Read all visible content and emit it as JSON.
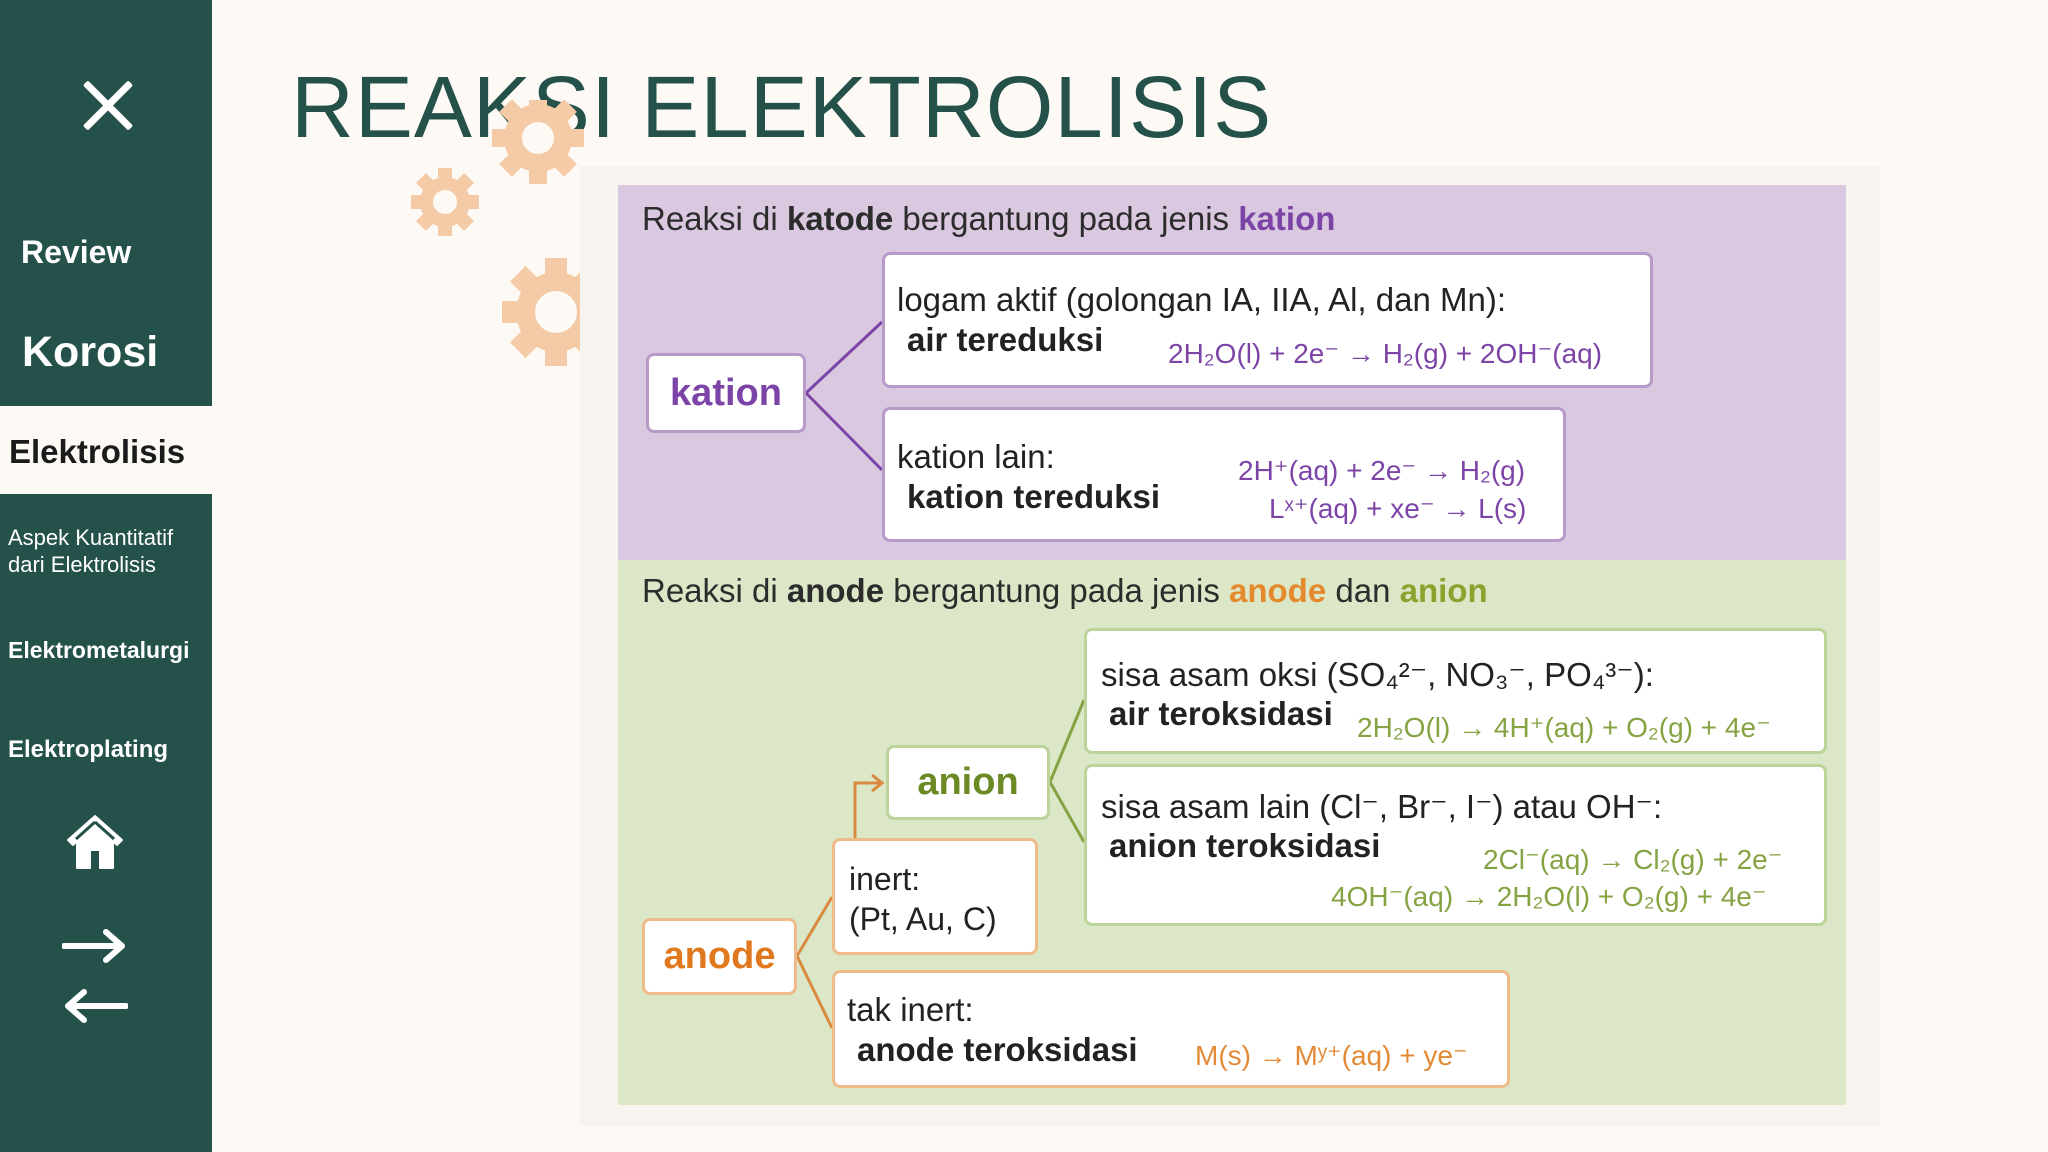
{
  "sidebar": {
    "close_icon": "close-icon",
    "items": [
      {
        "label": "Review"
      },
      {
        "label": "Korosi"
      },
      {
        "label": "Elektrolisis",
        "active": true
      },
      {
        "label_line1": "Aspek Kuantitatif",
        "label_line2": "dari Elektrolisis"
      },
      {
        "label": "Elektrometalurgi"
      },
      {
        "label": "Elektroplating"
      }
    ],
    "home_icon": "home-icon",
    "swap_icon": "swap-arrows-icon",
    "colors": {
      "bg": "#245149",
      "text": "#ffffff"
    }
  },
  "page": {
    "title": "REAKSI ELEKTROLISIS",
    "title_color": "#245149"
  },
  "diagram": {
    "katode": {
      "heading_pre": "Reaksi di ",
      "heading_bold": "katode",
      "heading_mid": " bergantung pada jenis ",
      "heading_colored": "kation",
      "root_label": "kation",
      "box1": {
        "line1": "logam aktif (golongan IA, IIA, Al, dan Mn):",
        "line2": "air tereduksi",
        "eq": "2H₂O(l) + 2e⁻ → H₂(g) + 2OH⁻(aq)"
      },
      "box2": {
        "line1": "kation lain:",
        "line2": "kation tereduksi",
        "eq1": "2H⁺(aq) + 2e⁻ → H₂(g)",
        "eq2": "Lˣ⁺(aq) + xe⁻ → L(s)"
      }
    },
    "anode": {
      "heading_pre": "Reaksi di ",
      "heading_bold": "anode",
      "heading_mid": " bergantung pada jenis ",
      "heading_colored1": "anode",
      "heading_and": " dan ",
      "heading_colored2": "anion",
      "root_label": "anode",
      "anion_label": "anion",
      "inert_line1": "inert:",
      "inert_line2": "(Pt, Au, C)",
      "box3": {
        "line1": "sisa asam oksi (SO₄²⁻, NO₃⁻, PO₄³⁻):",
        "line2": "air teroksidasi",
        "eq": "2H₂O(l) → 4H⁺(aq) + O₂(g) + 4e⁻"
      },
      "box4": {
        "line1": "sisa asam lain (Cl⁻, Br⁻, I⁻) atau OH⁻:",
        "line2": "anion teroksidasi",
        "eq1": "2Cl⁻(aq) → Cl₂(g) + 2e⁻",
        "eq2": "4OH⁻(aq) → 2H₂O(l) + O₂(g) + 4e⁻"
      },
      "box5": {
        "line1": "tak inert:",
        "line2": "anode teroksidasi",
        "eq": "M(s) → Mʸ⁺(aq) + ye⁻"
      }
    },
    "colors": {
      "katode_panel": "#d9c8df",
      "anode_panel": "#dbe7c7",
      "purple": "#7c44a7",
      "orange": "#e58a2c",
      "olive": "#8aa32e"
    }
  }
}
